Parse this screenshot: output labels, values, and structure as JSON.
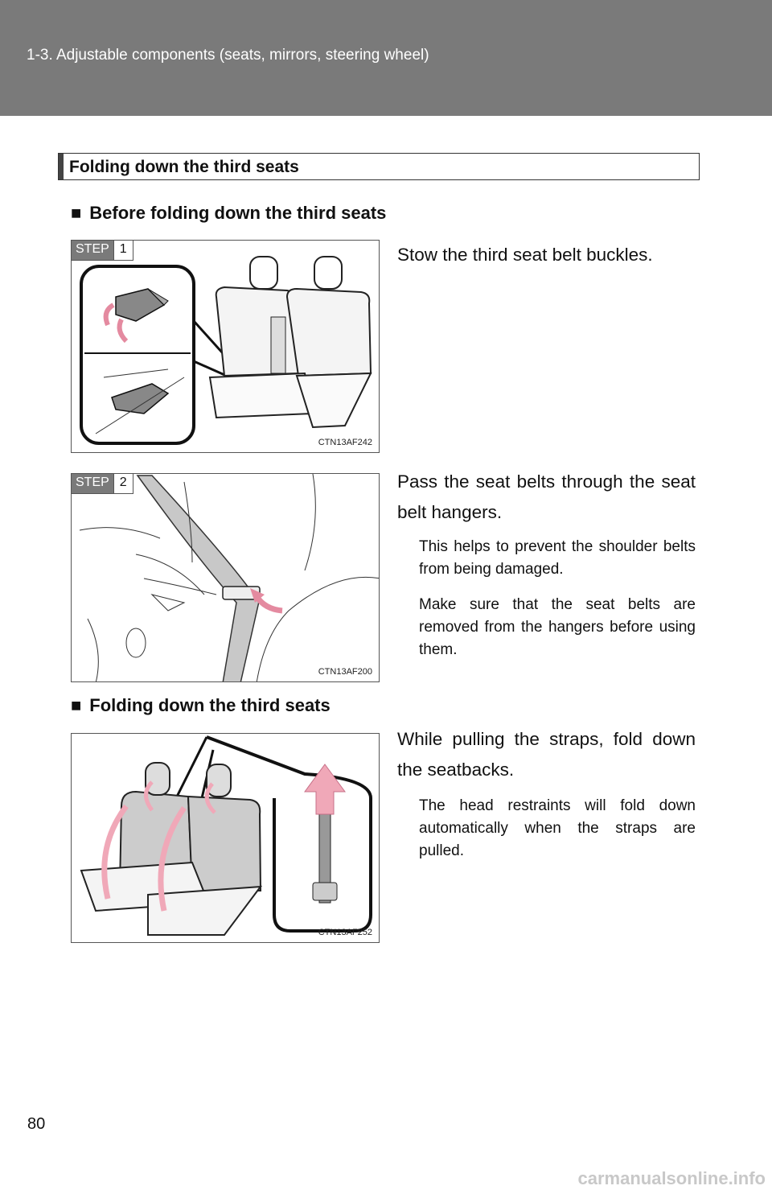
{
  "header": {
    "title": "1-3. Adjustable components (seats, mirrors, steering wheel)"
  },
  "section": {
    "title": "Folding down the third seats"
  },
  "subsections": [
    {
      "bullet": "■",
      "title": "Before folding down the third seats"
    },
    {
      "bullet": "■",
      "title": "Folding down the third seats"
    }
  ],
  "steps": [
    {
      "badge_label": "STEP",
      "badge_number": "1",
      "image_code": "CTN13AF242",
      "text": "Stow the third seat belt buckles.",
      "notes": []
    },
    {
      "badge_label": "STEP",
      "badge_number": "2",
      "image_code": "CTN13AF200",
      "text": "Pass the seat belts through the seat belt hangers.",
      "notes": [
        "This helps to prevent the shoulder belts from being damaged.",
        "Make sure that the seat belts are removed from the hangers before using them."
      ]
    }
  ],
  "fold": {
    "image_code": "CTN13AF252",
    "text": "While pulling the straps, fold down the seatbacks.",
    "notes": [
      "The head restraints will fold down automatically when the straps are pulled."
    ]
  },
  "page_number": "80",
  "watermark": "carmanualsonline.info",
  "colors": {
    "header_bg": "#7a7a7a",
    "arrow_pink": "#f0a8b8",
    "seat_gray": "#d0d0d0"
  }
}
